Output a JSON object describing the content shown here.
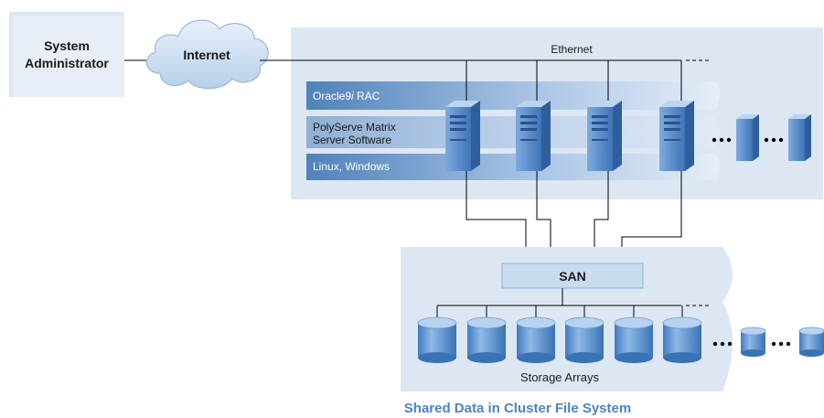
{
  "admin": {
    "line1": "System",
    "line2": "Administrator"
  },
  "internet": "Internet",
  "ethernet": "Ethernet",
  "layers": {
    "rac_prefix": "Oracle9",
    "rac_i": "i",
    "rac_suffix": " RAC",
    "polyserve_line1": "PolyServe Matrix",
    "polyserve_line2": "Server Software",
    "os": "Linux, Windows"
  },
  "san": "SAN",
  "storage": "Storage Arrays",
  "caption": "Shared Data in Cluster File System",
  "colors": {
    "panel": "#dde7f3",
    "band_dark": "#5f8fc3",
    "band_light": "#c9dbee",
    "server": "#5a8fcf",
    "caption": "#4a86c5"
  }
}
